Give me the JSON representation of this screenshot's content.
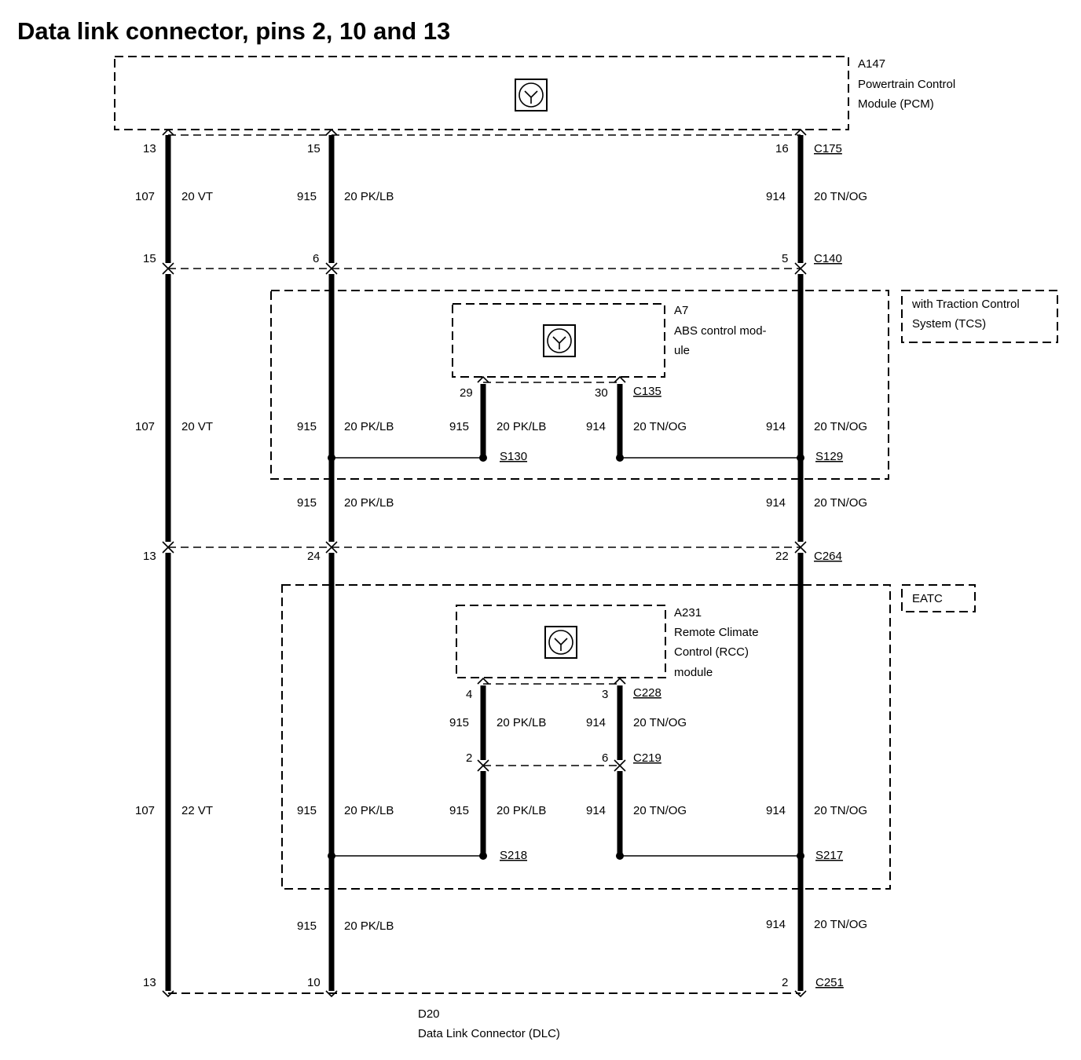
{
  "title": "Data link connector, pins 2, 10 and 13",
  "modules": {
    "pcm": {
      "id": "A147",
      "line1": "Powertrain Control",
      "line2": "Module (PCM)"
    },
    "abs": {
      "id": "A7",
      "line1": "ABS control mod-",
      "line2": "ule"
    },
    "rcc": {
      "id": "A231",
      "line1": "Remote Climate",
      "line2": "Control (RCC)",
      "line3": "module"
    },
    "dlc": {
      "id": "D20",
      "line1": "Data Link Connector (DLC)"
    }
  },
  "options": {
    "tcs": {
      "line1": "with Traction Control",
      "line2": "System (TCS)"
    },
    "eatc": {
      "label": "EATC"
    }
  },
  "connectors": {
    "c175": {
      "name": "C175",
      "pins": [
        "13",
        "15",
        "16"
      ]
    },
    "c140": {
      "name": "C140",
      "pins": [
        "15",
        "6",
        "5"
      ]
    },
    "c135": {
      "name": "C135",
      "pins": [
        "29",
        "30"
      ]
    },
    "c264": {
      "name": "C264",
      "pins": [
        "13",
        "24",
        "22"
      ]
    },
    "c228": {
      "name": "C228",
      "pins": [
        "4",
        "3"
      ]
    },
    "c219": {
      "name": "C219",
      "pins": [
        "2",
        "6"
      ]
    },
    "c251": {
      "name": "C251",
      "pins": [
        "13",
        "10",
        "2"
      ]
    }
  },
  "splices": {
    "s130": "S130",
    "s129": "S129",
    "s218": "S218",
    "s217": "S217"
  },
  "circuits": {
    "vt": {
      "num": "107",
      "seg1": "20 VT",
      "seg2": "20 VT",
      "seg3": "22 VT"
    },
    "pk": {
      "num": "915",
      "wire": "20 PK/LB"
    },
    "tn": {
      "num": "914",
      "wire": "20 TN/OG"
    }
  }
}
